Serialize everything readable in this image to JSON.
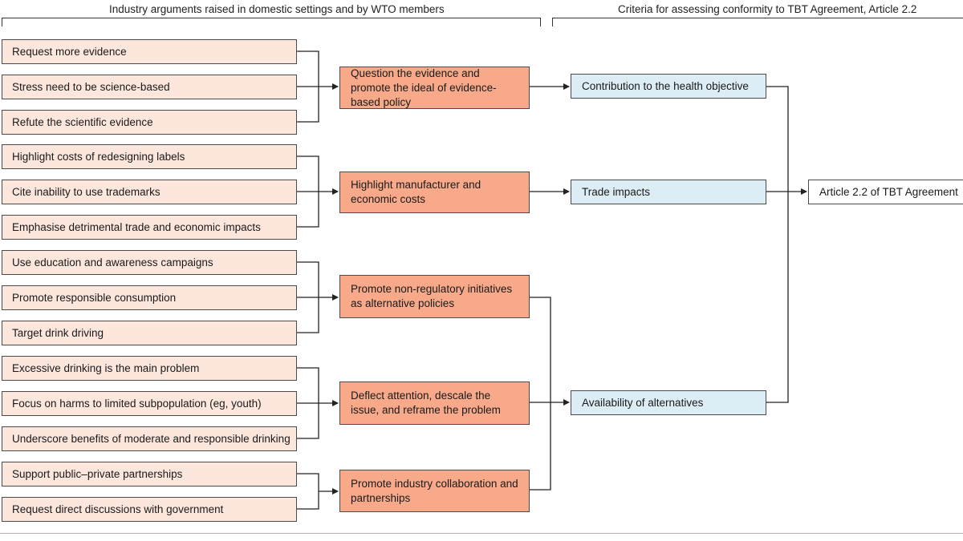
{
  "headers": {
    "left": "Industry arguments raised in domestic settings and by WTO members",
    "right": "Criteria for assessing conformity to TBT Agreement, Article 2.2"
  },
  "arguments": [
    "Request more evidence",
    "Stress need to be science-based",
    "Refute the scientific evidence",
    "Highlight costs of redesigning labels",
    "Cite inability to use trademarks",
    "Emphasise detrimental trade and economic impacts",
    "Use education and awareness campaigns",
    "Promote responsible consumption",
    "Target drink driving",
    "Excessive drinking is the main problem",
    "Focus on harms to limited subpopulation (eg, youth)",
    "Underscore benefits of moderate and responsible drinking",
    "Support public–private partnerships",
    "Request direct discussions with government"
  ],
  "categories": [
    "Question the evidence and promote the ideal of evidence-based policy",
    "Highlight manufacturer and economic costs",
    "Promote non-regulatory initiatives as alternative policies",
    "Deflect attention, descale the issue, and reframe the problem",
    "Promote industry collaboration and partnerships"
  ],
  "criteria": [
    "Contribution to the health objective",
    "Trade impacts",
    "Availability of alternatives"
  ],
  "target": "Article 2.2 of TBT Agreement",
  "colors": {
    "argument_fill": "#fde7dd",
    "category_fill": "#f7a98a",
    "criteria_fill": "#dcedf5",
    "line": "#222222"
  }
}
